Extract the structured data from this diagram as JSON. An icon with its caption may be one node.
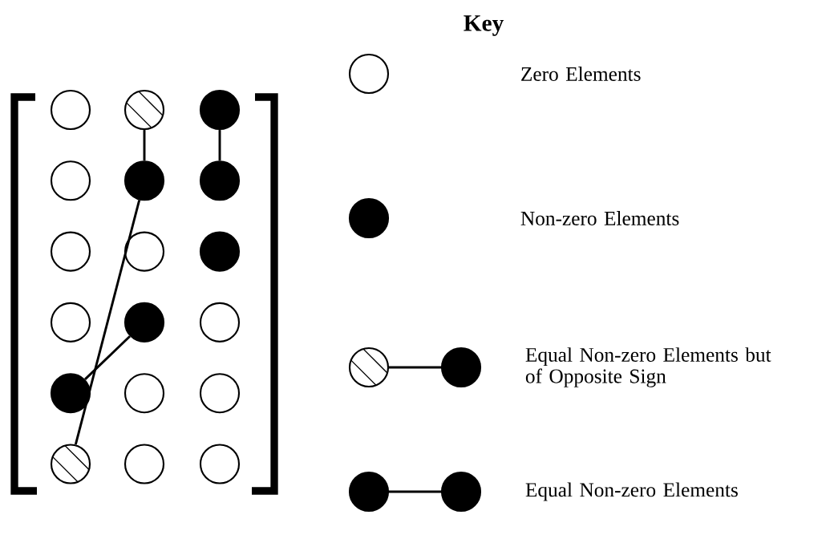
{
  "diagram": {
    "nodes": [
      {
        "text": [],
        "shape": "circle"
      },
      {
        "text": [],
        "shape": "hatched-circle"
      },
      {
        "text": [],
        "shape": "disc"
      },
      {
        "text": [],
        "shape": "circle"
      },
      {
        "text": [],
        "shape": "disc"
      },
      {
        "text": [],
        "shape": "disc"
      },
      {
        "text": [],
        "shape": "circle"
      },
      {
        "text": [],
        "shape": "circle"
      },
      {
        "text": [],
        "shape": "disc"
      },
      {
        "text": [],
        "shape": "circle"
      },
      {
        "text": [],
        "shape": "disc"
      },
      {
        "text": [],
        "shape": "circle"
      },
      {
        "text": [],
        "shape": "disc"
      },
      {
        "text": [],
        "shape": "circle"
      },
      {
        "text": [],
        "shape": "circle"
      },
      {
        "text": [],
        "shape": "hatched-circle"
      },
      {
        "text": [],
        "shape": "circle"
      },
      {
        "text": [],
        "shape": "circle"
      }
    ],
    "edges": [
      {
        "from": 1,
        "to": 4,
        "arrow": "none"
      },
      {
        "from": 2,
        "to": 5,
        "arrow": "none"
      },
      {
        "from": 4,
        "to": 15,
        "arrow": "none"
      },
      {
        "from": 10,
        "to": 12,
        "arrow": "none"
      }
    ],
    "labels": [
      "Key"
    ],
    "legend": [
      {
        "text": "Zero Elements"
      },
      {
        "text": "Non-zero Elements"
      },
      {
        "text": "Equal Non-zero Elements but of Opposite Sign"
      },
      {
        "text": "Equal Non-zero Elements"
      }
    ]
  }
}
